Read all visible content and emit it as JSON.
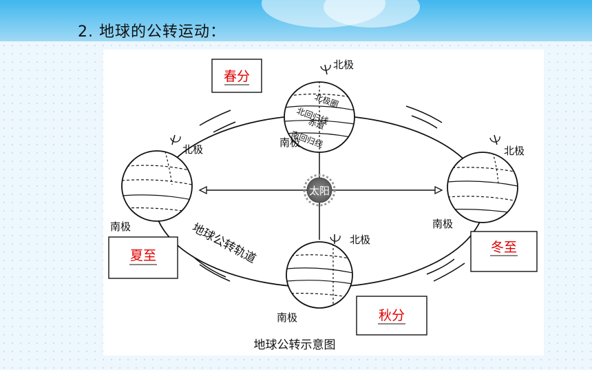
{
  "slide": {
    "title": "2. 地球的公转运动："
  },
  "diagram": {
    "caption": "地球公转示意图",
    "sun_label": "太阳",
    "orbit_label": "地球公转轨道",
    "north_pole_label": "北极",
    "south_pole_label": "南极",
    "globe_lines": {
      "arctic_circle": "北极圈",
      "tropic_of_cancer": "北回归线",
      "equator": "赤道",
      "tropic_of_capricorn": "南回归线"
    },
    "seasons": {
      "spring": "春分",
      "summer": "夏至",
      "autumn": "秋分",
      "winter": "冬至"
    },
    "colors": {
      "season_text": "#e00000",
      "line": "#111111",
      "sun": "#6e6e6e"
    }
  }
}
